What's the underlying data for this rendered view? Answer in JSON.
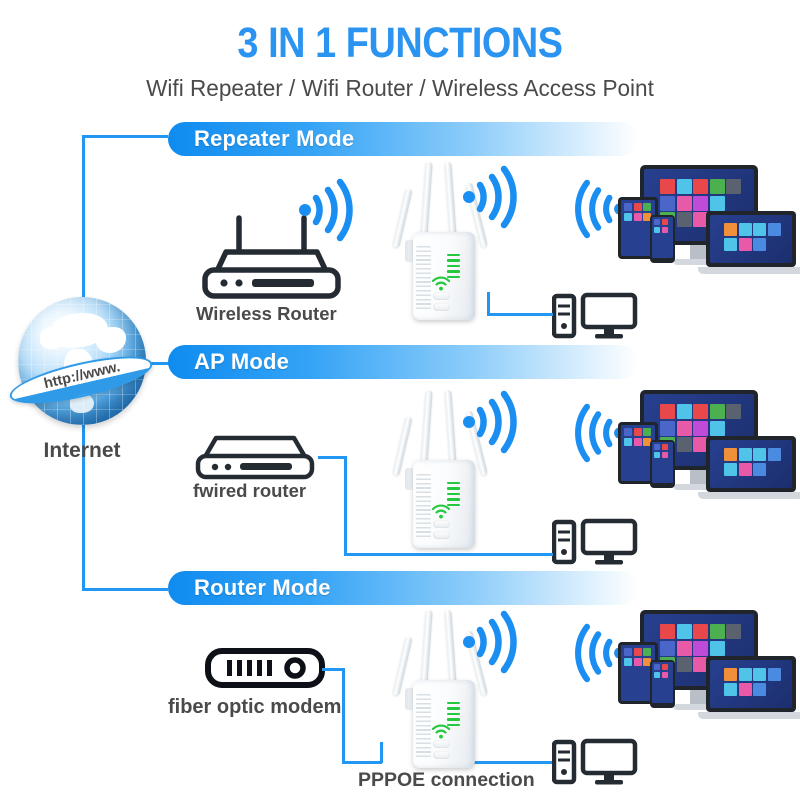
{
  "header": {
    "title": "3 IN 1 FUNCTIONS",
    "subtitle": "Wifi Repeater / Wifi Router / Wireless Access Point"
  },
  "colors": {
    "accent_blue": "#2196f3",
    "banner_blue": "#0f8bf0",
    "title_blue": "#2b93f0",
    "label_gray": "#4a4a4a",
    "led_green": "#25c93f",
    "icon_dark": "#252b33"
  },
  "internet": {
    "label": "Internet",
    "ring_text": "http://www.",
    "icon": "globe-icon"
  },
  "modes": [
    {
      "id": "repeater",
      "banner": "Repeater Mode",
      "source_label": "Wireless Router",
      "source_icon": "wireless-router-icon",
      "device_icon": "wifi-repeater-icon",
      "wired_client_icon": "desktop-pc-icon",
      "wireless_clients_icon": "device-cluster-icon"
    },
    {
      "id": "ap",
      "banner": "AP Mode",
      "source_label": "fwired router",
      "source_icon": "wired-router-icon",
      "device_icon": "wifi-repeater-icon",
      "wired_client_icon": "desktop-pc-icon",
      "wireless_clients_icon": "device-cluster-icon"
    },
    {
      "id": "router",
      "banner": "Router Mode",
      "source_label": "fiber optic modem",
      "source_icon": "fiber-optic-modem-icon",
      "connection_label": "PPPOE connection",
      "device_icon": "wifi-repeater-icon",
      "wired_client_icon": "desktop-pc-icon",
      "wireless_clients_icon": "device-cluster-icon"
    }
  ],
  "tiles": {
    "monitor": [
      "#e8484a",
      "#4fc3e8",
      "#e8484a",
      "#4caf50",
      "#5a6270",
      "#4a66c8",
      "#e85aa8",
      "#c04bd8",
      "#4fc3e8",
      "#4caf50",
      "#5a6270",
      "#e85aa8"
    ],
    "laptop": [
      "#f0903a",
      "#4fc3e8",
      "#4fc3e8",
      "#4a8ae0",
      "#4fc3e8",
      "#e85aa8",
      "#4a8ae0"
    ],
    "tablet": [
      "#4a66c8",
      "#e8484a",
      "#4caf50",
      "#4fc3e8",
      "#e85aa8",
      "#f0903a"
    ],
    "phone": [
      "#4a66c8",
      "#e8484a",
      "#4fc3e8",
      "#e85aa8"
    ]
  }
}
